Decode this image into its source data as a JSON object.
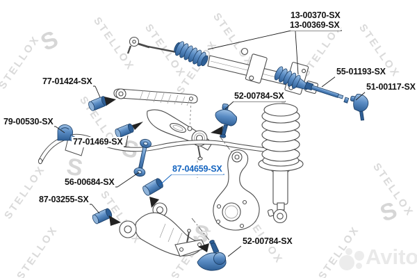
{
  "watermark": {
    "brand": "STELLOX",
    "initial": "S"
  },
  "marketplace_logo": {
    "text": "Avito"
  },
  "colors": {
    "part_fill": "#5a8cc4",
    "part_fill_light": "#9dc0e4",
    "part_fill_dark": "#2e5f96",
    "line_art": "#4a4a4a",
    "label_text": "#131313",
    "highlight_label": "#1565c0",
    "watermark": "#dadada"
  },
  "labels": [
    {
      "text": "13-00370-SX",
      "part": "steering-rack-boot"
    },
    {
      "text": "13-00369-SX",
      "part": "steering-rack-boot"
    },
    {
      "text": "55-01193-SX",
      "part": "inner-tie-rod"
    },
    {
      "text": "51-00117-SX",
      "part": "tie-rod-end"
    },
    {
      "text": "77-01424-SX",
      "part": "upper-rod-bushing"
    },
    {
      "text": "52-00784-SX",
      "part": "upper-ball-joint"
    },
    {
      "text": "79-00530-SX",
      "part": "stabilizer-bushing"
    },
    {
      "text": "77-01469-SX",
      "part": "control-arm-bushing"
    },
    {
      "text": "56-00684-SX",
      "part": "stabilizer-link"
    },
    {
      "text": "87-04659-SX",
      "part": "lower-arm-bushing",
      "highlighted": true
    },
    {
      "text": "87-03255-SX",
      "part": "lower-arm-front-bushing"
    },
    {
      "text": "52-00784-SX",
      "part": "lower-ball-joint"
    }
  ]
}
